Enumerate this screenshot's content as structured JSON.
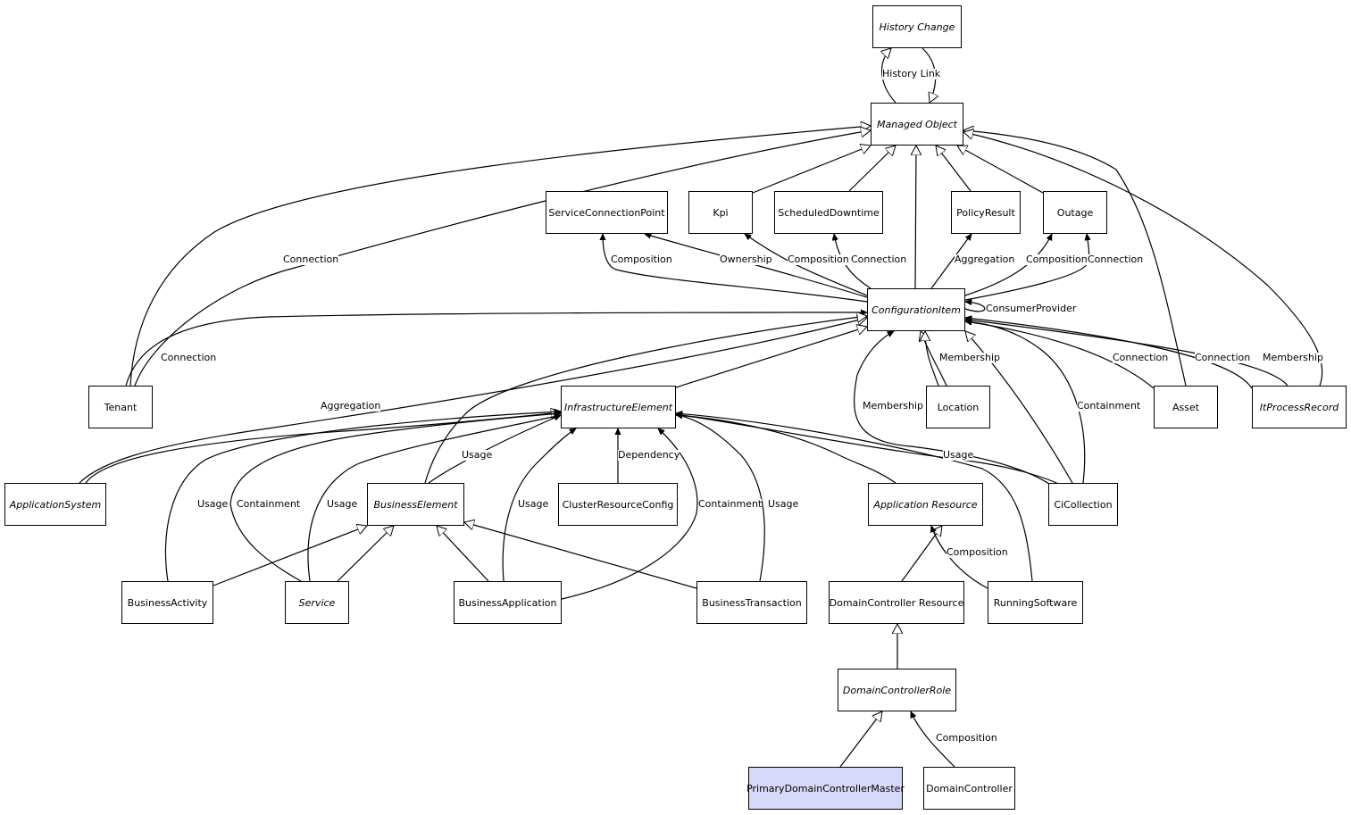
{
  "colors": {
    "highlight_fill": "#d8d8f8",
    "line": "#000000",
    "node_fill": "#ffffff"
  },
  "nodes": {
    "history_change": {
      "label": "History Change",
      "abstract": true
    },
    "managed_object": {
      "label": "Managed Object",
      "abstract": true
    },
    "service_connection_point": {
      "label": "ServiceConnectionPoint"
    },
    "kpi": {
      "label": "Kpi"
    },
    "scheduled_downtime": {
      "label": "ScheduledDowntime"
    },
    "policy_result": {
      "label": "PolicyResult"
    },
    "outage": {
      "label": "Outage"
    },
    "configuration_item": {
      "label": "ConfigurationItem",
      "abstract": true
    },
    "tenant": {
      "label": "Tenant"
    },
    "infrastructure_element": {
      "label": "InfrastructureElement",
      "abstract": true
    },
    "location": {
      "label": "Location"
    },
    "asset": {
      "label": "Asset"
    },
    "it_process_record": {
      "label": "ItProcessRecord",
      "abstract": true
    },
    "application_system": {
      "label": "ApplicationSystem",
      "abstract": true
    },
    "business_element": {
      "label": "BusinessElement",
      "abstract": true
    },
    "cluster_resource_config": {
      "label": "ClusterResourceConfig"
    },
    "application_resource": {
      "label": "Application Resource",
      "abstract": true
    },
    "ci_collection": {
      "label": "CiCollection"
    },
    "business_activity": {
      "label": "BusinessActivity"
    },
    "service": {
      "label": "Service",
      "abstract": true
    },
    "business_application": {
      "label": "BusinessApplication"
    },
    "business_transaction": {
      "label": "BusinessTransaction"
    },
    "domain_controller_resource": {
      "label": "DomainController Resource"
    },
    "running_software": {
      "label": "RunningSoftware"
    },
    "domain_controller_role": {
      "label": "DomainControllerRole",
      "abstract": true
    },
    "primary_domain_controller_master": {
      "label": "PrimaryDomainControllerMaster",
      "highlighted": true
    },
    "domain_controller": {
      "label": "DomainController"
    }
  },
  "edge_labels": {
    "history_link": "History Link",
    "tenant_mo_connection": "Connection",
    "sc_composition": "Composition",
    "kpi_ownership": "Ownership",
    "kpi_composition": "Composition",
    "sd_connection": "Connection",
    "pr_aggregation": "Aggregation",
    "outage_composition": "Composition",
    "outage_connection": "Connection",
    "consumer_provider": "ConsumerProvider",
    "tenant_ci_connection": "Connection",
    "location_membership": "Membership",
    "asset_connection": "Connection",
    "ipr_connection": "Connection",
    "ipr_membership": "Membership",
    "as_aggregation": "Aggregation",
    "cic_membership": "Membership",
    "cic_containment": "Containment",
    "be_usage": "Usage",
    "crc_dependency": "Dependency",
    "cic_usage": "Usage",
    "ba_usage": "Usage",
    "svc_containment": "Containment",
    "svc_usage": "Usage",
    "bapp_usage": "Usage",
    "bapp_containment": "Containment",
    "bt_usage": "Usage",
    "rs_composition": "Composition",
    "dc_composition": "Composition"
  }
}
